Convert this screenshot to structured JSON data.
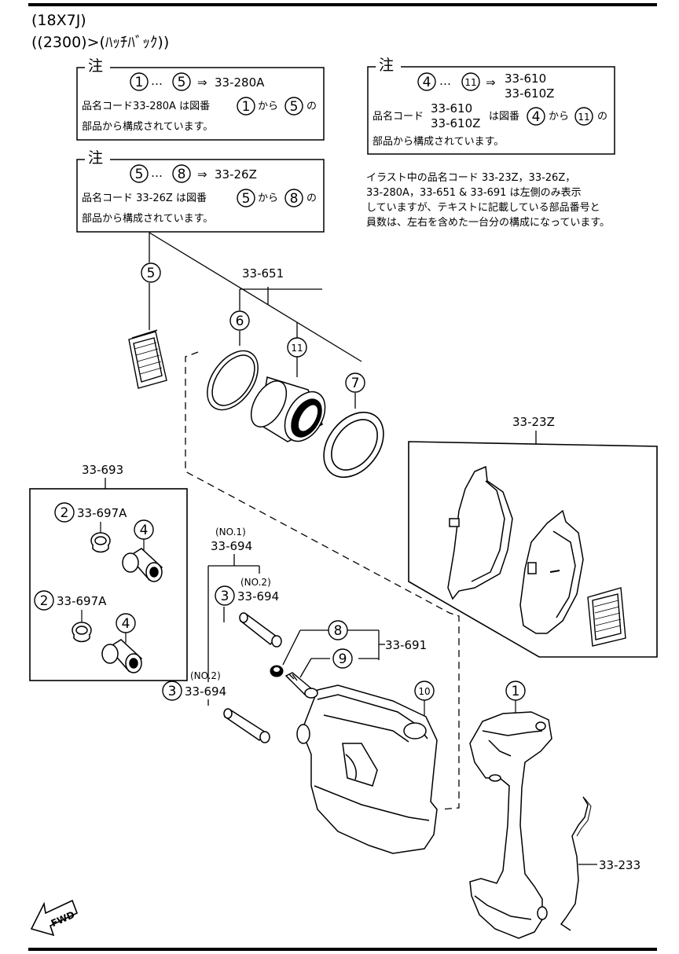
{
  "header": {
    "line1": "(18X7J)",
    "line2": "((2300)>(ﾊｯﾁﾊﾞｯｸ))"
  },
  "notes": {
    "note_label": "注",
    "note1": {
      "from": "1",
      "to": "5",
      "code": "33-280A",
      "line_prefix": "品名コード33-280A は図番",
      "kara": "から",
      "no": "の",
      "line2": "部品から構成されています。"
    },
    "note2": {
      "from": "5",
      "to": "8",
      "code": "33-26Z",
      "line_prefix": "品名コード 33-26Z は図番",
      "kara": "から",
      "no": "の",
      "line2": "部品から構成されています。"
    },
    "note3": {
      "from": "4",
      "to": "11",
      "code1": "33-610",
      "code2": "33-610Z",
      "line_prefix": "品名コード",
      "code_a": "33-610",
      "code_b": "33-610Z",
      "zuban": "は図番",
      "kara": "から",
      "no": "の",
      "line2": "部品から構成されています。"
    },
    "ellipsis": "…",
    "arrow": "⇒",
    "general": [
      "イラスト中の品名コード 33-23Z，33-26Z，",
      "33-280A，33-651 & 33-691 は左側のみ表示",
      "していますが、テキストに記載している部品番号と",
      "員数は、左右を含めた一台分の構成になっています。"
    ]
  },
  "parts": {
    "p651": "33-651",
    "p23z": "33-23Z",
    "p693": "33-693",
    "p697a_1": "33-697A",
    "p697a_2": "33-697A",
    "no1": "(NO.1)",
    "no2_a": "(NO.2)",
    "no2_b": "(NO.2)",
    "p694_1": "33-694",
    "p694_2": "33-694",
    "p694_3": "33-694",
    "p691": "33-691",
    "p233": "33-233",
    "fwd": "FWD"
  },
  "refs": [
    "1",
    "2",
    "3",
    "4",
    "5",
    "6",
    "7",
    "8",
    "9",
    "10",
    "11"
  ]
}
